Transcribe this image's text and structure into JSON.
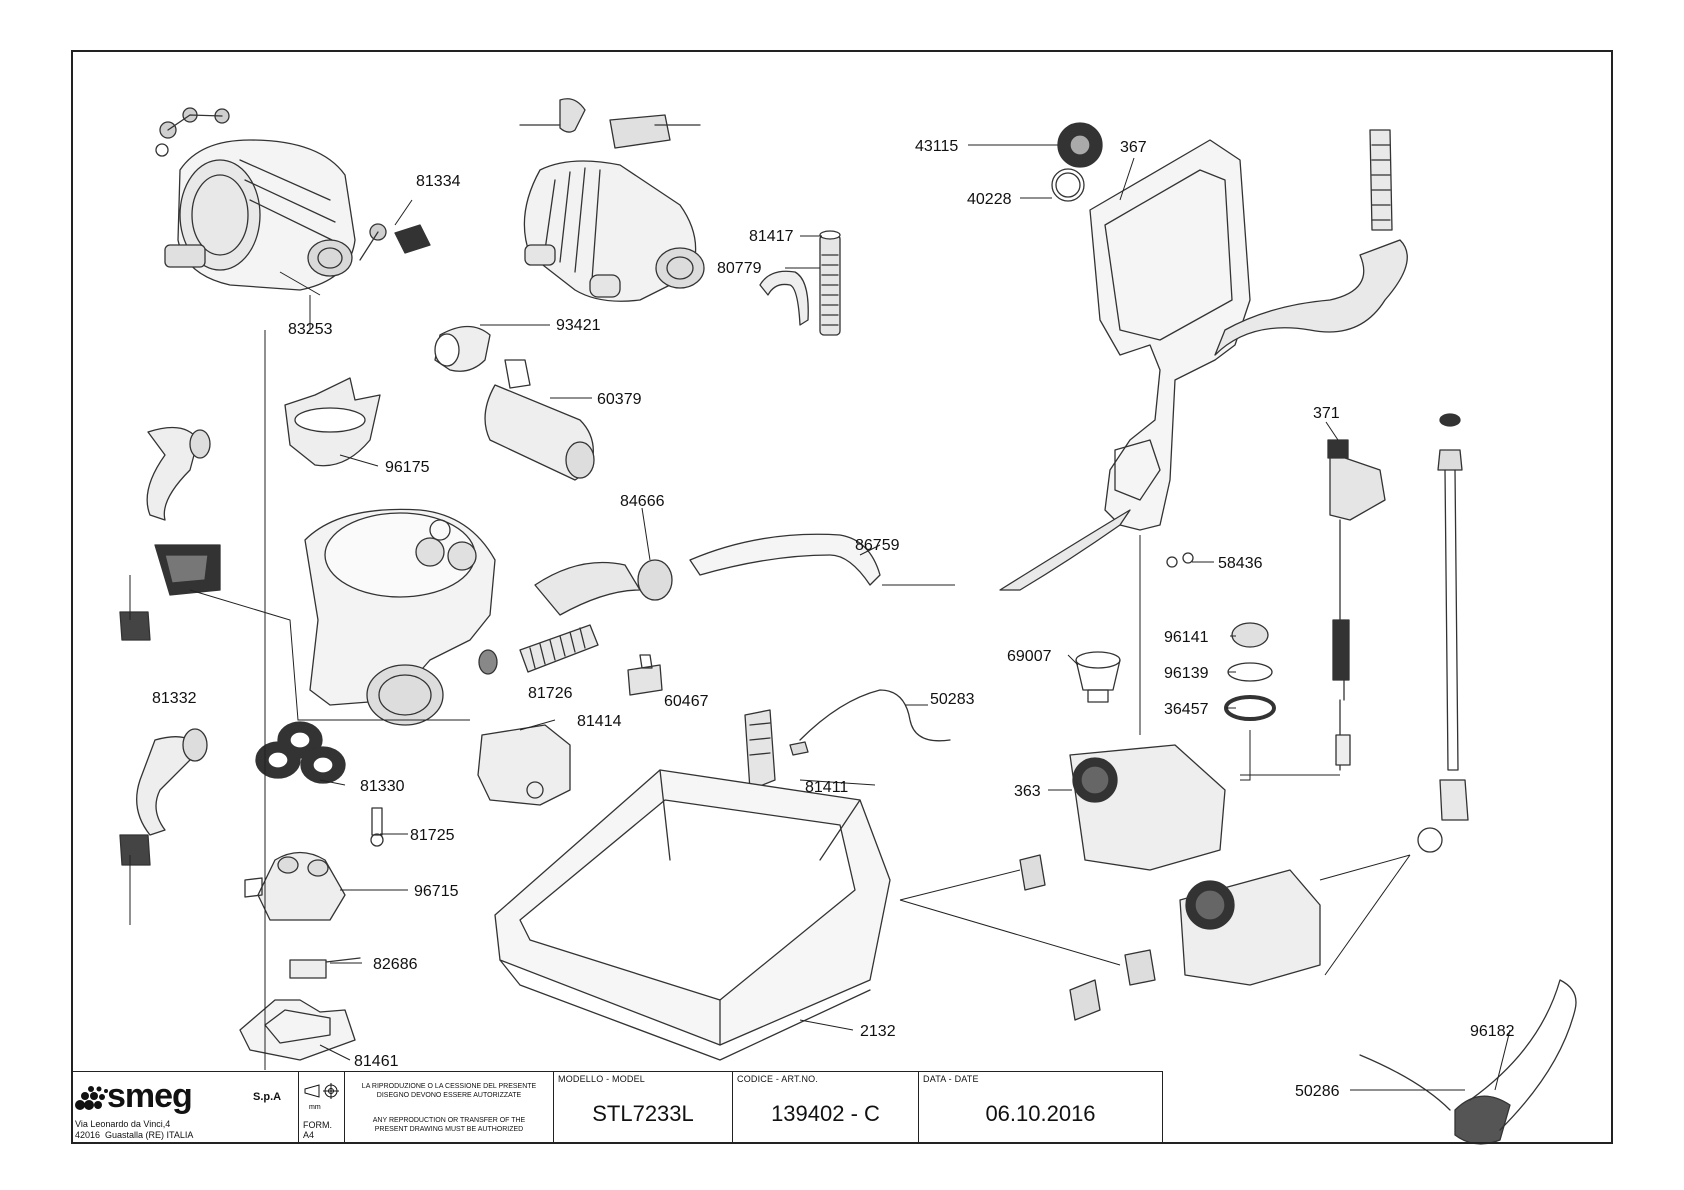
{
  "document": {
    "type": "exploded-parts-diagram"
  },
  "parts": [
    {
      "code": "81334"
    },
    {
      "code": "83253"
    },
    {
      "code": "93421"
    },
    {
      "code": "60379"
    },
    {
      "code": "96175"
    },
    {
      "code": "81417"
    },
    {
      "code": "80779"
    },
    {
      "code": "43115"
    },
    {
      "code": "40228"
    },
    {
      "code": "367"
    },
    {
      "code": "84666"
    },
    {
      "code": "86759"
    },
    {
      "code": "58436"
    },
    {
      "code": "371"
    },
    {
      "code": "81332"
    },
    {
      "code": "81726"
    },
    {
      "code": "60467"
    },
    {
      "code": "69007"
    },
    {
      "code": "96141"
    },
    {
      "code": "96139"
    },
    {
      "code": "36457"
    },
    {
      "code": "50283"
    },
    {
      "code": "81414"
    },
    {
      "code": "81330"
    },
    {
      "code": "81411"
    },
    {
      "code": "363"
    },
    {
      "code": "81725"
    },
    {
      "code": "96715"
    },
    {
      "code": "82686"
    },
    {
      "code": "2132"
    },
    {
      "code": "81461"
    },
    {
      "code": "96182"
    },
    {
      "code": "50286"
    }
  ],
  "title_block": {
    "logo": "smeg",
    "company_suffix": "S.p.A",
    "address_line1": "Via Leonardo da Vinci,4",
    "address_line2": "42016  Guastalla (RE) ITALIA",
    "format_label": "FORM. A4",
    "unit_label": "mm",
    "notice_it": "LA RIPRODUZIONE O LA CESSIONE DEL PRESENTE\nDISEGNO DEVONO ESSERE AUTORIZZATE",
    "notice_en": "ANY REPRODUCTION OR TRANSFER OF THE\nPRESENT DRAWING MUST BE AUTHORIZED",
    "model_header": "MODELLO - MODEL",
    "model_value": "STL7233L",
    "code_header": "CODICE - ART.NO.",
    "code_value": "139402 - C",
    "date_header": "DATA - DATE",
    "date_value": "06.10.2016"
  }
}
